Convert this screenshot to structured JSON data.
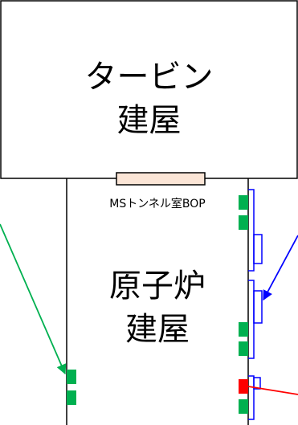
{
  "turbine_building": {
    "line1": "タービン",
    "line2": "建屋"
  },
  "reactor_building": {
    "line1": "原子炉",
    "line2": "建屋"
  },
  "ms_tunnel_label": "MSトンネル室BOP",
  "colors": {
    "green": "#00b050",
    "blue": "#0000ff",
    "red": "#ff0000",
    "tunnel_fill": "#fbe5d6",
    "outline": "#000000"
  }
}
